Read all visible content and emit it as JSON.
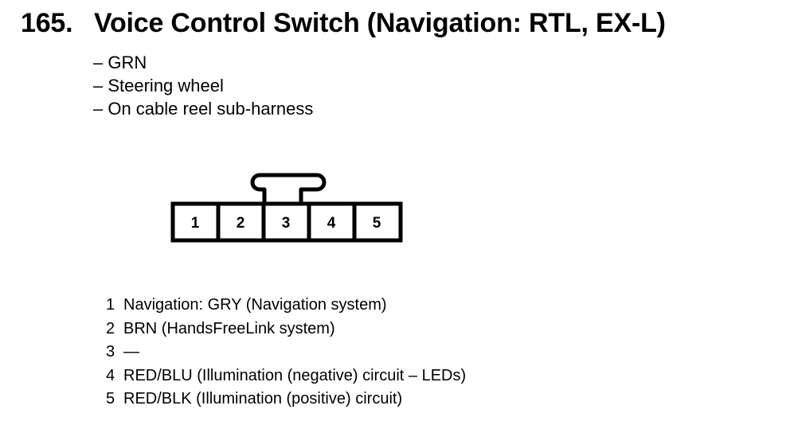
{
  "title": {
    "number": "165.",
    "text": "Voice Control Switch (Navigation: RTL, EX-L)"
  },
  "info": [
    "– GRN",
    "– Steering wheel",
    "– On cable reel sub-harness"
  ],
  "connector": {
    "terminals": [
      "1",
      "2",
      "3",
      "4",
      "5"
    ]
  },
  "pins": [
    {
      "number": "1",
      "description": "Navigation: GRY (Navigation system)"
    },
    {
      "number": "2",
      "description": "BRN (HandsFreeLink system)"
    },
    {
      "number": "3",
      "description": "—"
    },
    {
      "number": "4",
      "description": "RED/BLU (Illumination (negative) circuit – LEDs)"
    },
    {
      "number": "5",
      "description": "RED/BLK (Illumination (positive) circuit)"
    }
  ]
}
